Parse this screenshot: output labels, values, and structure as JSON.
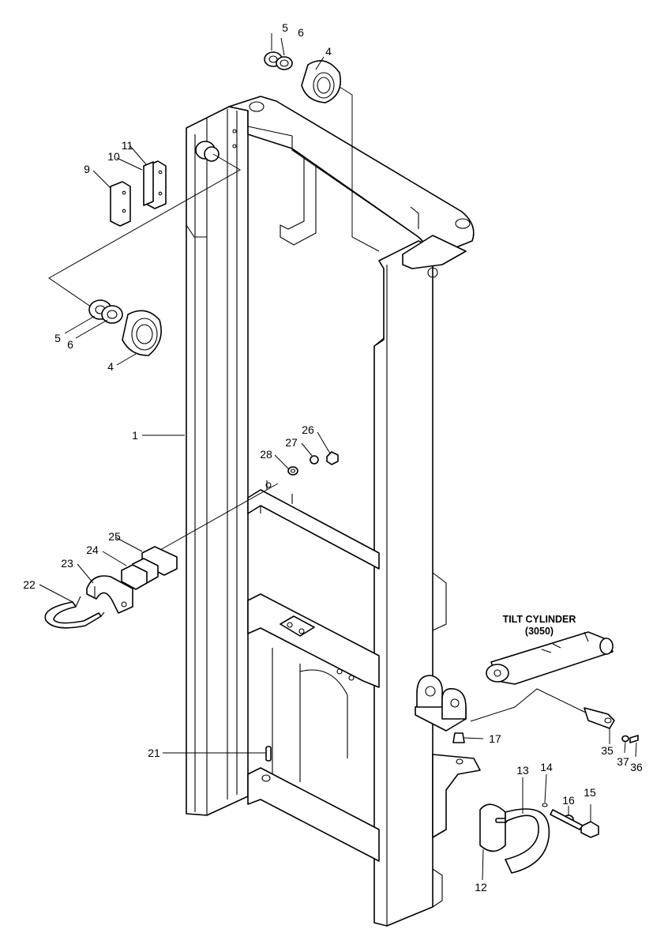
{
  "assembly": {
    "caption_title": "TILT CYLINDER",
    "caption_ref": "(3050)"
  },
  "callouts": [
    {
      "id": "c5a",
      "label": "5"
    },
    {
      "id": "c6a",
      "label": "6"
    },
    {
      "id": "c4a",
      "label": "4"
    },
    {
      "id": "c11",
      "label": "11"
    },
    {
      "id": "c10",
      "label": "10"
    },
    {
      "id": "c9",
      "label": "9"
    },
    {
      "id": "c5b",
      "label": "5"
    },
    {
      "id": "c6b",
      "label": "6"
    },
    {
      "id": "c4b",
      "label": "4"
    },
    {
      "id": "c1",
      "label": "1"
    },
    {
      "id": "c26",
      "label": "26"
    },
    {
      "id": "c27",
      "label": "27"
    },
    {
      "id": "c28",
      "label": "28"
    },
    {
      "id": "c25",
      "label": "25"
    },
    {
      "id": "c24",
      "label": "24"
    },
    {
      "id": "c23",
      "label": "23"
    },
    {
      "id": "c22",
      "label": "22"
    },
    {
      "id": "c21",
      "label": "21"
    },
    {
      "id": "c17",
      "label": "17"
    },
    {
      "id": "c13",
      "label": "13"
    },
    {
      "id": "c14",
      "label": "14"
    },
    {
      "id": "c16",
      "label": "16"
    },
    {
      "id": "c15",
      "label": "15"
    },
    {
      "id": "c12",
      "label": "12"
    },
    {
      "id": "c35",
      "label": "35"
    },
    {
      "id": "c37",
      "label": "37"
    },
    {
      "id": "c36",
      "label": "36"
    }
  ]
}
